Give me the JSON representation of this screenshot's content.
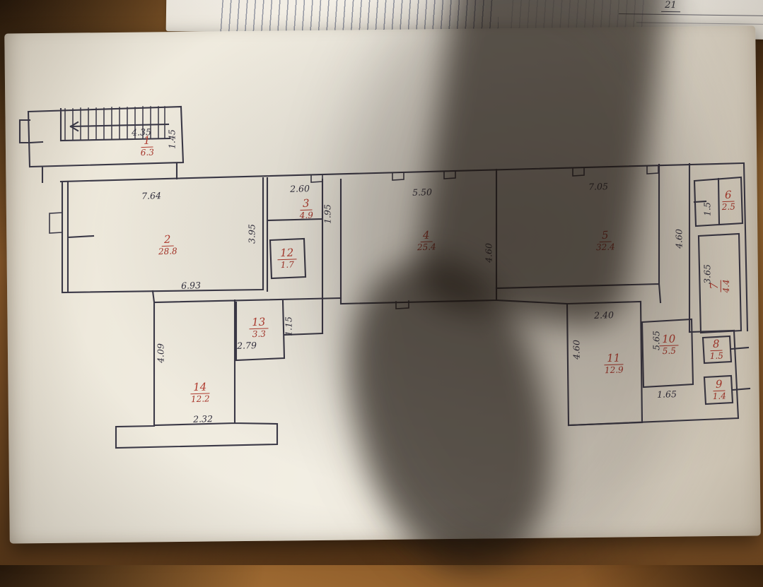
{
  "page": {
    "number": "21"
  },
  "rooms": [
    {
      "num": "1",
      "area": "6.3"
    },
    {
      "num": "2",
      "area": "28.8"
    },
    {
      "num": "3",
      "area": "4.9"
    },
    {
      "num": "4",
      "area": "25.4"
    },
    {
      "num": "5",
      "area": "32.4"
    },
    {
      "num": "6",
      "area": "2.5"
    },
    {
      "num": "7",
      "area": "4.4"
    },
    {
      "num": "8",
      "area": "1.5"
    },
    {
      "num": "9",
      "area": "1.4"
    },
    {
      "num": "10",
      "area": "5.5"
    },
    {
      "num": "11",
      "area": "12.9"
    },
    {
      "num": "12",
      "area": "1.7"
    },
    {
      "num": "13",
      "area": "3.3"
    },
    {
      "num": "14",
      "area": "12.2"
    }
  ],
  "dims": {
    "stairs_length": "4.35",
    "stairs_width": "1.45",
    "room2_top": "7.64",
    "room3_top": "2.60",
    "corridor_width": "1.95",
    "room4_top": "5.50",
    "room5_top": "7.05",
    "room6_width": "1.5",
    "room2_side": "3.95",
    "rooms45_wall": "4.60",
    "right_corridor": "4.60",
    "room7_height": "3.65",
    "hall_width": "6.93",
    "room11_top": "2.40",
    "room10_height": "5.65",
    "room11_side": "4.60",
    "room10_bottom": "1.65",
    "room14_side": "4.09",
    "room13_bottom": "2.79",
    "room13_side": "1.15",
    "room14_bottom": "2.32"
  }
}
